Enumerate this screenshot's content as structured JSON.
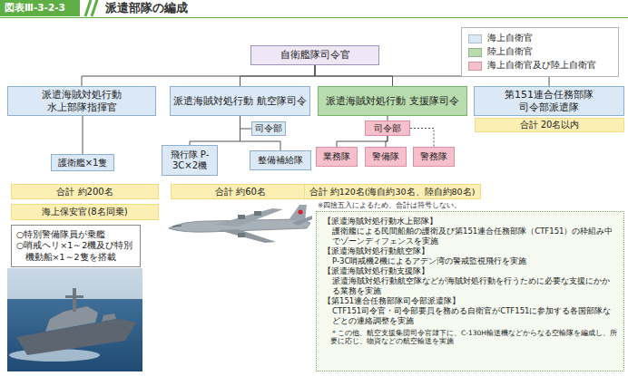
{
  "diagram": {
    "title": "派遣部隊の編成",
    "nodes": [
      {
        "text": [
          "自衛艦隊司令官"
        ]
      },
      {
        "text": [
          "派遣海賊対処行動 水上部隊指揮官"
        ]
      },
      {
        "text": [
          "派遣海賊対処行動 航空隊司令"
        ]
      },
      {
        "text": [
          "司令部"
        ]
      },
      {
        "text": [
          "派遣海賊対処行動 支援隊司令"
        ]
      },
      {
        "text": [
          "司令部"
        ]
      },
      {
        "text": [
          "第151連合任務部隊 司令部派遣隊"
        ]
      },
      {
        "text": [
          "護衛艦×1隻"
        ]
      },
      {
        "text": [
          "飛行隊 P-3C×2機"
        ]
      },
      {
        "text": [
          "整備補給隊"
        ]
      },
      {
        "text": [
          "業務隊"
        ]
      },
      {
        "text": [
          "警備隊"
        ]
      },
      {
        "text": [
          "警務隊"
        ]
      },
      {
        "text": [
          "合計 約200名"
        ]
      },
      {
        "text": [
          "合計 約60名"
        ]
      },
      {
        "text": [
          "合計 約120名(海自約30名、陸自約80名)"
        ]
      },
      {
        "text": [
          "合計 20名以内"
        ]
      },
      {
        "text": [
          "海上保安官(8名同乗)"
        ]
      },
      {
        "text": [
          "○特別警備隊員が乗艦",
          "○哨戒ヘリ×1～2機及び特別機動船×1～2隻を搭載"
        ]
      },
      {
        "text": [
          "【派遣海賊対処行動水上部隊】",
          "護衛艦による民間船舶の護衛及び第151連合任務部隊（CTF151）の枠組み中でゾーンディフェンスを実施",
          "【派遣海賊対処行動航空隊】",
          "P-3C哨戒機2機によるアデン湾の警戒監視飛行を実施",
          "【派遣海賊対処行動支援隊】",
          "派遣海賊対処行動航空隊などが海賊対処行動を行うために必要な支援にかかる業務を実施",
          "【第151連合任務部隊司令部派遣隊】",
          "CTF151司令官・司令部要員を務める自衛官がCTF151に参加する各国部隊などとの連絡調整を実施",
          "＊この他、航空支援集団司令官隷下に、C-130H輸送機などからなる空輸隊を編成し、所要に応じ、物資などの航空輸送を実施"
        ]
      }
    ],
    "edges": [
      {
        "from": 0,
        "to": 1,
        "arrow": "none"
      },
      {
        "from": 0,
        "to": 2,
        "arrow": "none"
      },
      {
        "from": 0,
        "to": 4,
        "arrow": "none"
      },
      {
        "from": 0,
        "to": 6,
        "arrow": "none"
      },
      {
        "from": 1,
        "to": 7,
        "arrow": "none"
      },
      {
        "from": 2,
        "to": 3,
        "arrow": "none"
      },
      {
        "from": 2,
        "to": 8,
        "arrow": "none"
      },
      {
        "from": 2,
        "to": 9,
        "arrow": "none"
      },
      {
        "from": 4,
        "to": 5,
        "arrow": "none"
      },
      {
        "from": 5,
        "to": 10,
        "arrow": "none"
      },
      {
        "from": 5,
        "to": 11,
        "arrow": "none"
      },
      {
        "from": 5,
        "to": 12,
        "arrow": "none"
      }
    ],
    "labels": [
      "図表Ⅲ-3-2-3",
      "※四捨五入によるため、合計は符号しない。"
    ],
    "legend": [
      {
        "text": "海上自衛官",
        "color": "#dbe8f5"
      },
      {
        "text": "陸上自衛官",
        "color": "#b8dcae"
      },
      {
        "text": "海上自衛官及び陸上自衛官",
        "color": "#f5bfcb"
      }
    ]
  }
}
